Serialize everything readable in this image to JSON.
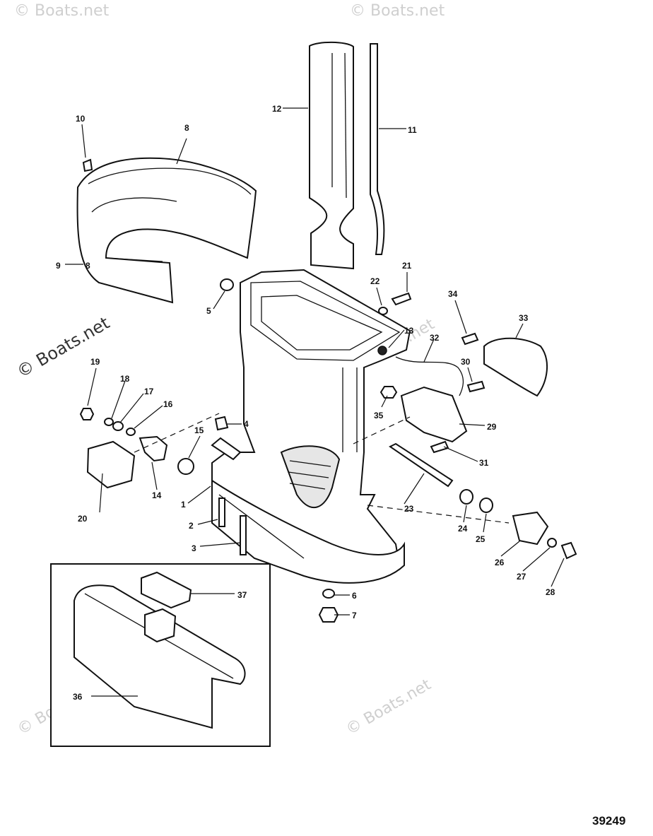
{
  "watermarks": {
    "main": "© Boats.net",
    "faint": "© Boats.net"
  },
  "diagram_id": "39249",
  "callouts": [
    "1",
    "2",
    "3",
    "4",
    "5",
    "6",
    "7",
    "8",
    "8",
    "9",
    "10",
    "11",
    "12",
    "13",
    "14",
    "15",
    "16",
    "17",
    "18",
    "19",
    "20",
    "21",
    "22",
    "23",
    "24",
    "25",
    "26",
    "27",
    "28",
    "29",
    "30",
    "31",
    "32",
    "33",
    "34",
    "35",
    "36",
    "37"
  ]
}
